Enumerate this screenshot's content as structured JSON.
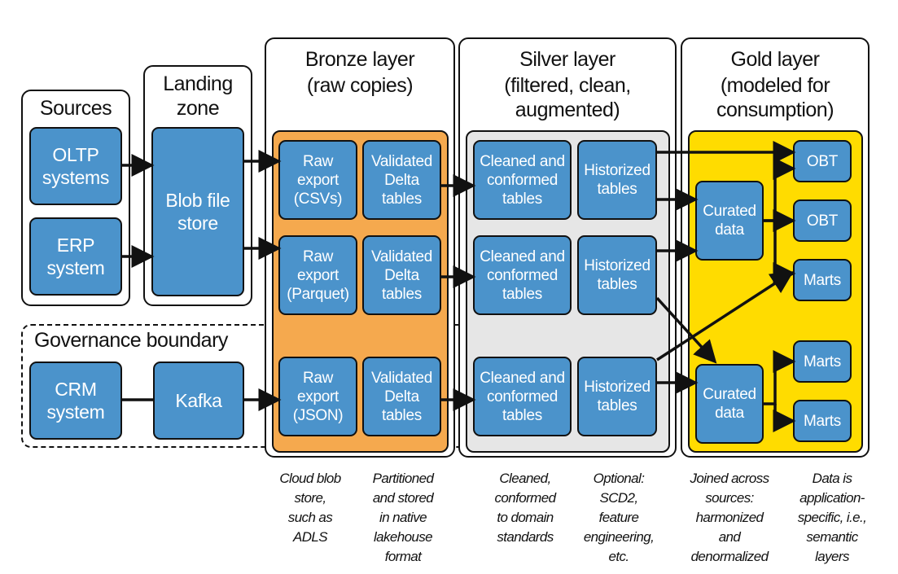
{
  "sources": {
    "title": "Sources",
    "items": [
      "OLTP\nsystems",
      "ERP\nsystem"
    ]
  },
  "landing": {
    "title": "Landing\nzone",
    "item": "Blob file\nstore"
  },
  "governance": {
    "title": "Governance boundary",
    "crm": "CRM\nsystem",
    "kafka": "Kafka"
  },
  "bronze": {
    "title": "Bronze layer",
    "subtitle": "(raw copies)",
    "color": "#f5a94e",
    "raw": [
      "Raw\nexport\n(CSVs)",
      "Raw\nexport\n(Parquet)",
      "Raw\nexport\n(JSON)"
    ],
    "validated": [
      "Validated\nDelta\ntables",
      "Validated\nDelta\ntables",
      "Validated\nDelta\ntables"
    ]
  },
  "silver": {
    "title": "Silver layer",
    "subtitle": "(filtered, clean,\naugmented)",
    "color": "#e6e6e6",
    "cleaned": [
      "Cleaned and\nconformed\ntables",
      "Cleaned and\nconformed\ntables",
      "Cleaned and\nconformed\ntables"
    ],
    "historized": [
      "Historized\ntables",
      "Historized\ntables",
      "Historized\ntables"
    ]
  },
  "gold": {
    "title": "Gold layer",
    "subtitle": "(modeled for\nconsumption)",
    "color": "#ffdc00",
    "curated": [
      "Curated\ndata",
      "Curated\ndata"
    ],
    "outputs": [
      "OBT",
      "OBT",
      "Marts",
      "Marts",
      "Marts"
    ]
  },
  "box_color": "#4b93cb",
  "notes": [
    "Cloud blob\nstore,\nsuch as\nADLS",
    "Partitioned\nand stored\nin native\nlakehouse\nformat",
    "Cleaned,\nconformed\nto domain\nstandards",
    "Optional:\nSCD2,\nfeature\nengineering,\netc.",
    "Joined across\nsources:\nharmonized\nand\ndenormalized",
    "Data is\napplication-\nspecific, i.e.,\nsemantic\nlayers"
  ]
}
